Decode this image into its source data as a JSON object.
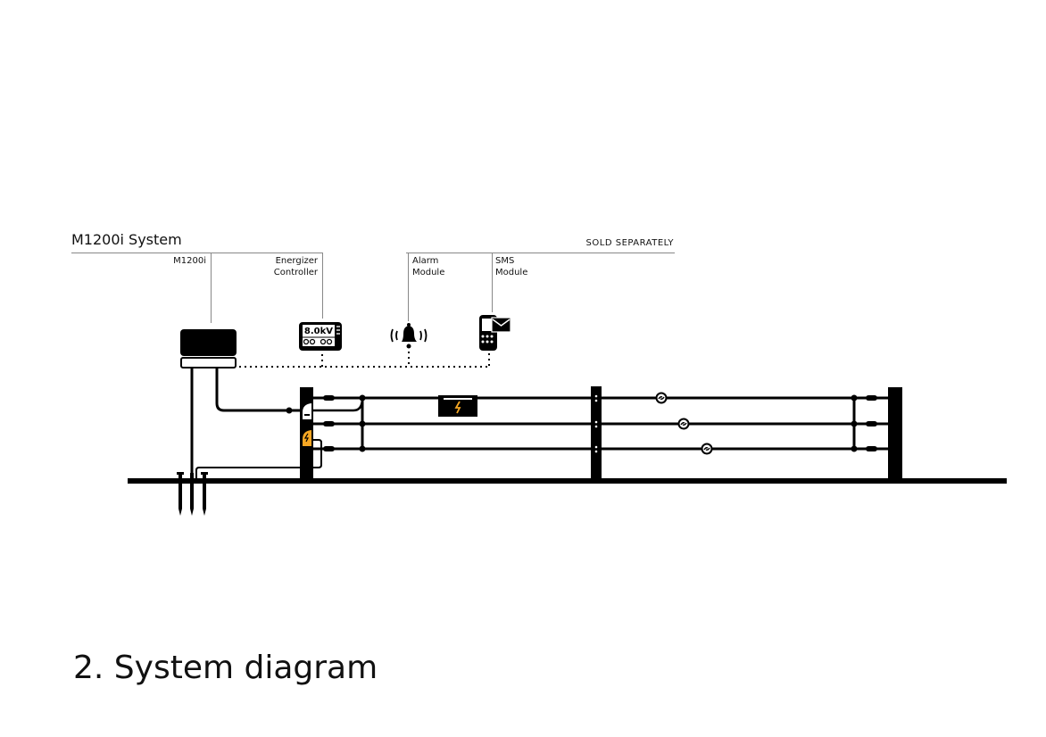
{
  "header": {
    "system_title": "M1200i System",
    "sold_separately": "SOLD SEPARATELY"
  },
  "components": [
    {
      "line1": "M1200i",
      "line2": ""
    },
    {
      "line1": "Energizer",
      "line2": "Controller"
    },
    {
      "line1": "Alarm",
      "line2": "Module"
    },
    {
      "line1": "SMS",
      "line2": "Module"
    }
  ],
  "controller_display": "8.0kV",
  "caption": "2. System diagram",
  "colors": {
    "ink": "#000000",
    "accent": "#f5a623"
  }
}
